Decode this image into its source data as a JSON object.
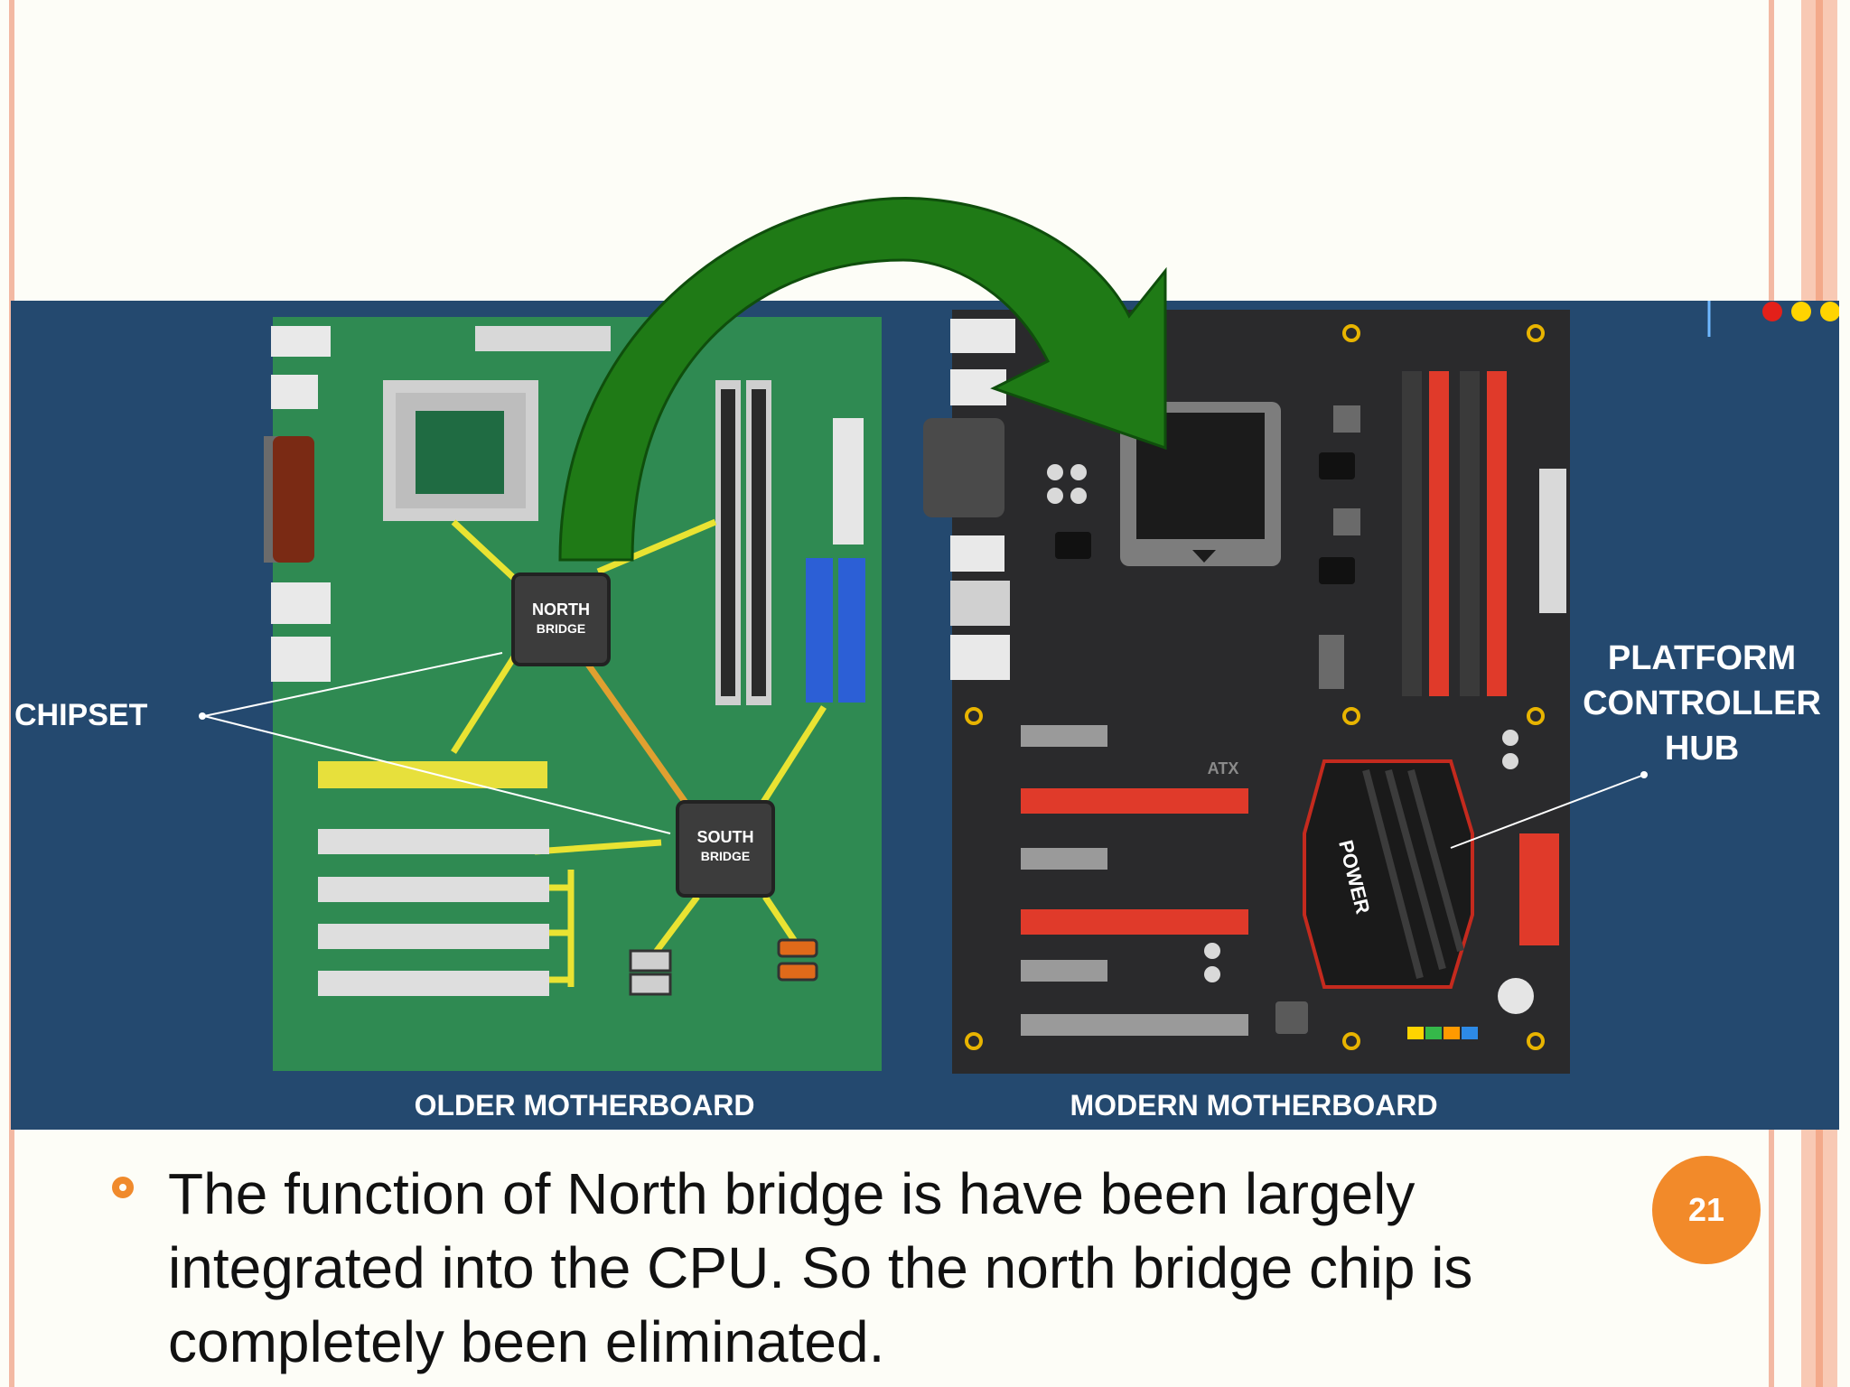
{
  "figure": {
    "labels": {
      "chipset": "CHIPSET",
      "platform_controller_hub": [
        "PLATFORM",
        "CONTROLLER",
        "HUB"
      ],
      "older_motherboard": "OLDER MOTHERBOARD",
      "modern_motherboard": "MODERN MOTHERBOARD",
      "north_bridge": [
        "NORTH",
        "BRIDGE"
      ],
      "south_bridge": [
        "SOUTH",
        "BRIDGE"
      ],
      "atx": "ATX",
      "power_heatsink": "POWER"
    },
    "colors": {
      "background": "#24496f",
      "old_board": "#2f8a52",
      "modern_board": "#2a2a2c",
      "arrow": "#1f7a16",
      "accent_red": "#e03a2a"
    }
  },
  "slide": {
    "bullet_text": "The function of North bridge is have been largely integrated into the CPU. So the north bridge chip is completely been eliminated.",
    "page_number": "21",
    "accent": "#f28a2a"
  }
}
